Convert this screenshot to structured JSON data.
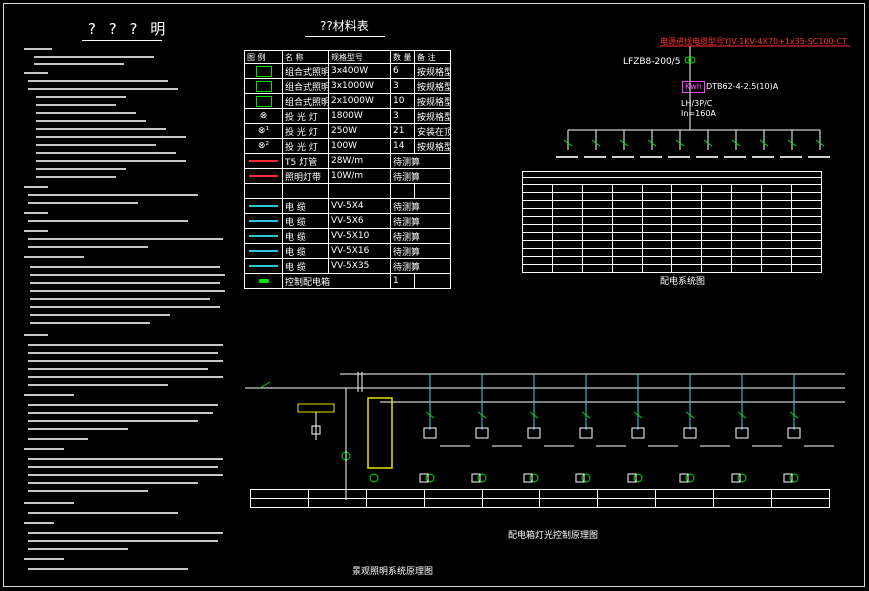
{
  "titles": {
    "design_notes": "? ? ? 明",
    "materials": "??材料表",
    "distribution_system": "配电系统图",
    "lighting_control": "配电箱灯光控制原理图",
    "landscape_lighting": "景观照明系统原理图"
  },
  "materials": {
    "headers": [
      "图 例",
      "名 称",
      "规格型号",
      "数 量",
      "备 注"
    ],
    "rows": [
      {
        "name": "组合式照明灯",
        "spec": "3x400W",
        "qty": "6",
        "note": "按规格型号"
      },
      {
        "name": "组合式照明灯",
        "spec": "3x1000W",
        "qty": "3",
        "note": "按规格型号"
      },
      {
        "name": "组合式照明灯",
        "spec": "2x1000W",
        "qty": "10",
        "note": "按规格型号"
      },
      {
        "name": "投 光 灯",
        "spec": "1800W",
        "qty": "3",
        "note": "按规格型号"
      },
      {
        "name": "投 光 灯",
        "spec": "250W",
        "qty": "21",
        "note": "安装在顶部"
      },
      {
        "name": "投 光 灯",
        "spec": "100W",
        "qty": "14",
        "note": "按规格型号"
      },
      {
        "name": "T5 灯管",
        "spec": "28W/m",
        "qty": "待测算",
        "note": ""
      },
      {
        "name": "照明灯带",
        "spec": "10W/m",
        "qty": "待测算",
        "note": ""
      },
      {
        "name": "电 缆",
        "spec": "VV-5X4",
        "qty": "待测算",
        "note": ""
      },
      {
        "name": "电 缆",
        "spec": "VV-5X6",
        "qty": "待测算",
        "note": ""
      },
      {
        "name": "电 缆",
        "spec": "VV-5X10",
        "qty": "待测算",
        "note": ""
      },
      {
        "name": "电 缆",
        "spec": "VV-5X16",
        "qty": "待测算",
        "note": ""
      },
      {
        "name": "电 缆",
        "spec": "VV-5X35",
        "qty": "待测算",
        "note": ""
      },
      {
        "name": "控制配电箱",
        "spec": "",
        "qty": "1",
        "note": ""
      }
    ]
  },
  "distribution": {
    "incoming_cable": "电源进线电缆型号YJV-1KV-4X70+1x35-SC100-CT",
    "panel_name": "LFZB8-200/5",
    "meter_label": "Kwh",
    "meter_spec": "DTB62-4-2.5(10)A",
    "breaker_spec": "LH/3P/C",
    "breaker_rating": "In=160A"
  },
  "notes": {
    "heading_1": "一、设计依据",
    "heading_2": "二、设计内容",
    "heading_3": "三、供电电源",
    "heading_4": "四、计量",
    "heading_5": "五、电缆敷设",
    "heading_6": "六、控制要求",
    "heading_7": "七、防雷接地",
    "heading_8": "八、其它"
  },
  "colors": {
    "background": "#000000",
    "green": "#00e000",
    "red": "#ff3030",
    "yellow": "#e8e000",
    "cyan": "#39d3e6",
    "magenta": "#ff40ff"
  }
}
